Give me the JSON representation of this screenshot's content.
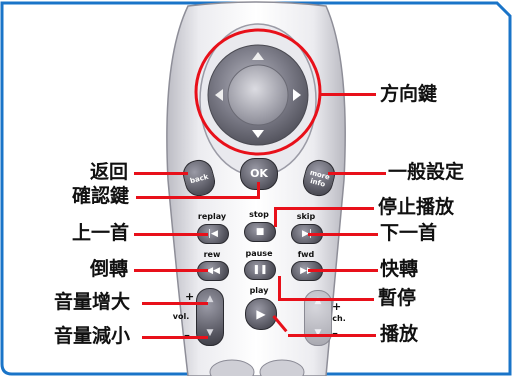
{
  "labels": {
    "direction_keys": "方向鍵",
    "back": "返回",
    "confirm": "確認鍵",
    "settings": "一般設定",
    "stop": "停止播放",
    "previous": "上一首",
    "next": "下一首",
    "rewind": "倒轉",
    "forward": "快轉",
    "volume_up": "音量增大",
    "pause": "暫停",
    "volume_down": "音量減小",
    "play": "播放"
  },
  "remote": {
    "back_button": "back",
    "ok_button": "OK",
    "more_info_button": "more info",
    "replay": "replay",
    "stop": "stop",
    "skip": "skip",
    "rew": "rew",
    "pause": "pause",
    "fwd": "fwd",
    "play": "play",
    "vol": "vol.",
    "ch": "ch.",
    "plus": "+",
    "minus": "–"
  },
  "colors": {
    "frame_border": "#1a74c8",
    "leader_lines": "#e8101a",
    "dpad_ring": "#e8101a"
  }
}
